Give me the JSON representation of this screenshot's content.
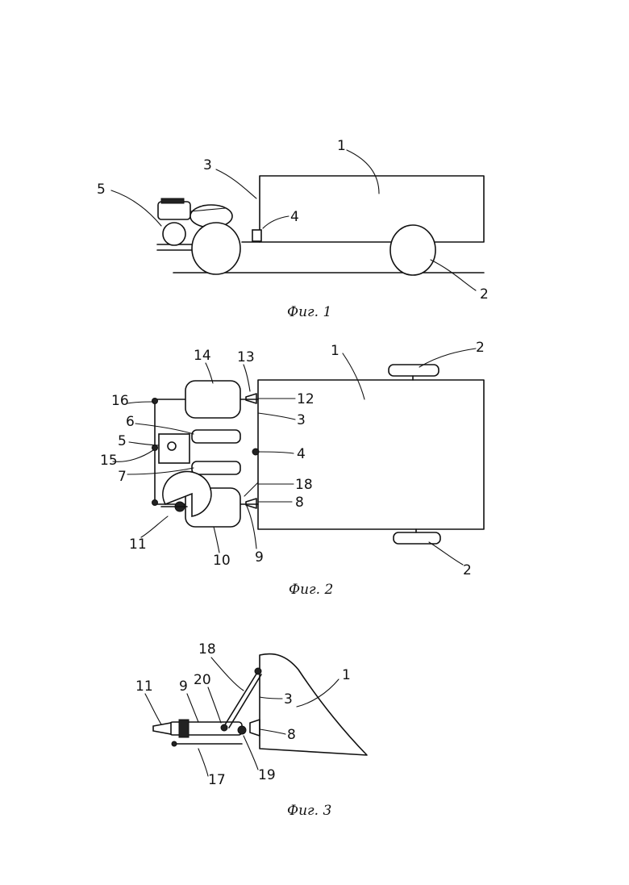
{
  "figures": [
    {
      "id": "fig1",
      "caption": "Фиг. 1",
      "labels": {
        "l1": "1",
        "l2": "2",
        "l3": "3",
        "l4": "4",
        "l5": "5"
      }
    },
    {
      "id": "fig2",
      "caption": "Фиг. 2",
      "labels": {
        "l1": "1",
        "l2a": "2",
        "l2b": "2",
        "l3": "3",
        "l4": "4",
        "l5": "5",
        "l6": "6",
        "l7": "7",
        "l8": "8",
        "l9": "9",
        "l10": "10",
        "l11": "11",
        "l12": "12",
        "l13": "13",
        "l14": "14",
        "l15": "15",
        "l16": "16",
        "l18": "18"
      }
    },
    {
      "id": "fig3",
      "caption": "Фиг. 3",
      "labels": {
        "l1": "1",
        "l3": "3",
        "l8": "8",
        "l9": "9",
        "l11": "11",
        "l17": "17",
        "l18": "18",
        "l19": "19",
        "l20": "20"
      }
    }
  ]
}
